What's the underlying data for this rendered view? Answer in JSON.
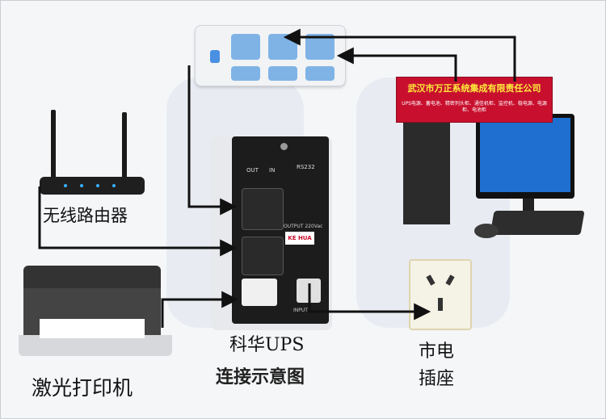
{
  "labels": {
    "router": "无线路由器",
    "printer": "激光打印机",
    "ups": "科华UPS",
    "diagram_title": "连接示意图",
    "wall_outlet_line1": "市电",
    "wall_outlet_line2": "插座"
  },
  "company_banner": {
    "name": "武汉市万正系统集成有限责任公司",
    "services": "UPS电源、蓄电池、精密列头柜、通信机柜、监控机、稳电源、电源柜、电池柜"
  },
  "ups_panel": {
    "port_label_out": "OUT",
    "port_label_in": "IN",
    "rs232": "RS232",
    "output_label": "OUTPUT 220Vac",
    "input_label": "INPUT",
    "brand_badge": "KE HUA"
  },
  "colors": {
    "banner_red": "#c8102e",
    "outlet_blue": "#7fb3e6",
    "ups_black": "#1c1c1c",
    "cable": "#111111"
  }
}
